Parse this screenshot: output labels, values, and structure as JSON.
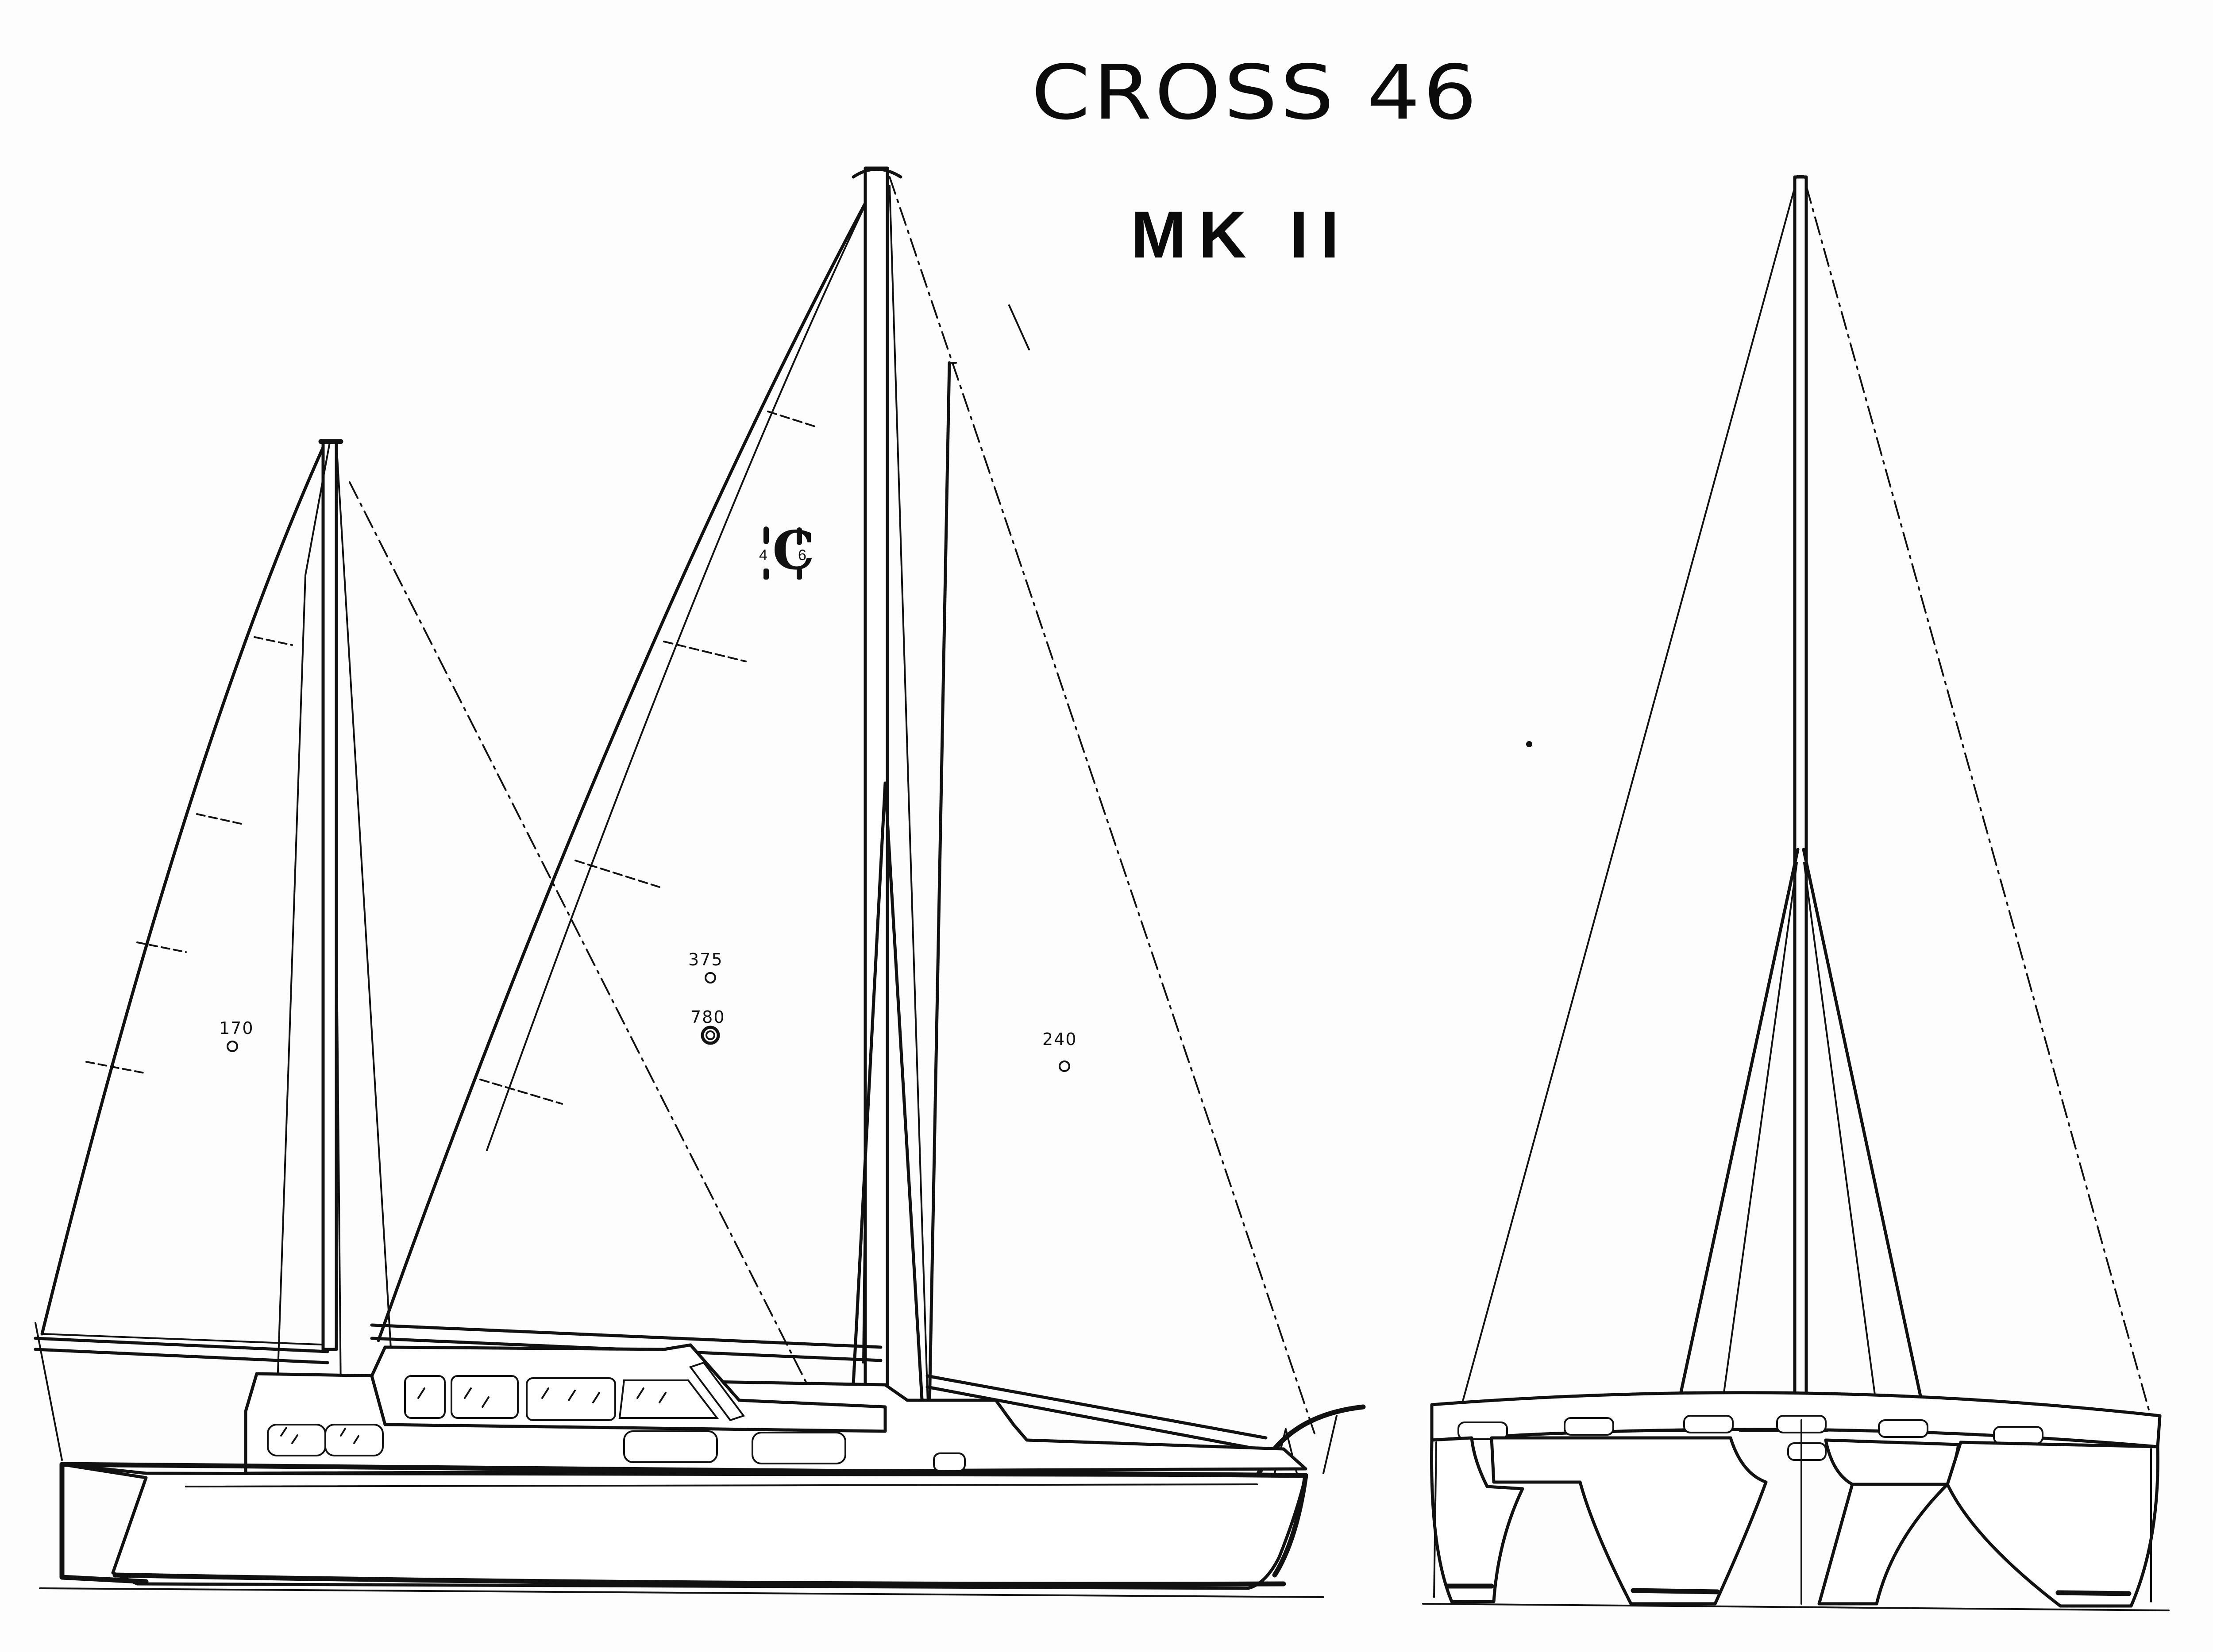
{
  "drawing": {
    "title": "CROSS 46",
    "subtitle": "MK II",
    "views": [
      "side-elevation",
      "bow-elevation"
    ],
    "sail_insignia": {
      "letter": "C",
      "left_digit": "4",
      "right_digit": "6"
    },
    "sail_areas": [
      {
        "label": "170",
        "sail": "mizzen"
      },
      {
        "label": "375",
        "sail": "main"
      },
      {
        "label": "780",
        "sail": "total-centre-of-effort"
      },
      {
        "label": "240",
        "sail": "jib"
      }
    ],
    "colors": {
      "ink": "#111111",
      "paper": "#fdfdfd"
    }
  }
}
